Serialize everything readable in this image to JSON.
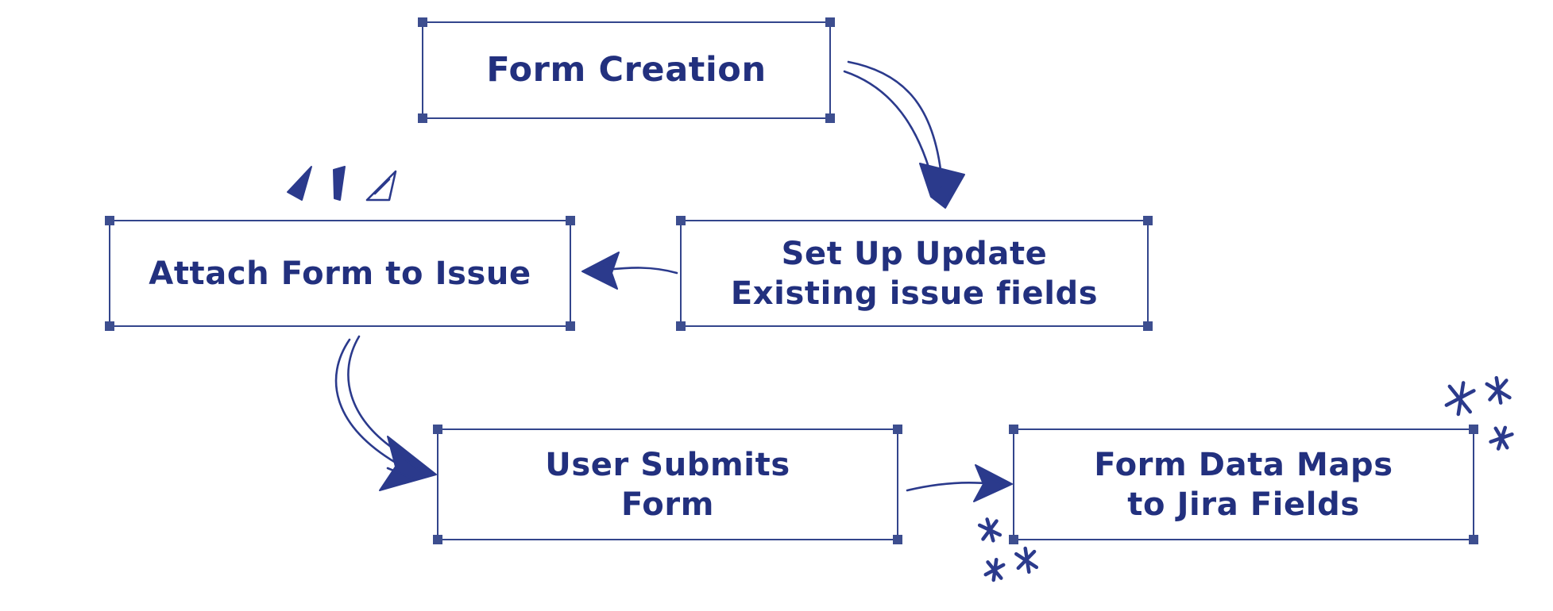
{
  "app": {
    "name": "hand-drawn flowchart"
  },
  "colors": {
    "ink": "#2b3a8c",
    "border": "#33458c",
    "handle": "#3d4e8f",
    "background": "#ffffff",
    "text": "#22307e"
  },
  "nodes": [
    {
      "id": "form-creation",
      "lines": [
        "Form Creation"
      ]
    },
    {
      "id": "setup-update-fields",
      "lines": [
        "Set Up Update",
        "Existing issue fields"
      ]
    },
    {
      "id": "attach-form-to-issue",
      "lines": [
        "Attach Form to Issue"
      ]
    },
    {
      "id": "user-submits-form",
      "lines": [
        "User Submits",
        "Form"
      ]
    },
    {
      "id": "form-data-maps",
      "lines": [
        "Form Data Maps",
        "to Jira Fields"
      ]
    }
  ],
  "connectors": [
    {
      "id": "arrow-form-creation-to-setup",
      "from": "form-creation",
      "to": "setup-update-fields"
    },
    {
      "id": "arrow-setup-to-attach",
      "from": "setup-update-fields",
      "to": "attach-form-to-issue"
    },
    {
      "id": "arrow-attach-to-submit",
      "from": "attach-form-to-issue",
      "to": "user-submits-form"
    },
    {
      "id": "arrow-submit-to-maps",
      "from": "user-submits-form",
      "to": "form-data-maps"
    }
  ],
  "decorations": [
    "emphasis-marks-above-attach-box",
    "star-scribbles-top-right-of-maps-box",
    "star-scribbles-bottom-left-of-maps-box"
  ]
}
